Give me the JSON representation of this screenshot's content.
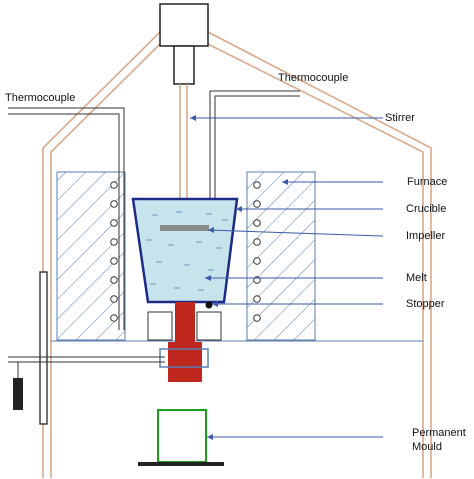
{
  "labels": {
    "thermocouple_left": "Thermocouple",
    "thermocouple_right": "Thermocouple",
    "stirrer": "Stirrer",
    "furnace": "Furnace",
    "crucible": "Crucible",
    "impeller": "Impeller",
    "melt": "Melt",
    "stopper": "Stopper",
    "permanent_mould_line1": "Permanent",
    "permanent_mould_line2": "Mould"
  },
  "colors": {
    "outer_casing": "#d9a98a",
    "furnace_hatch": "#5a7fb0",
    "crucible": "#1e2a8a",
    "melt": "#c7e4ec",
    "stopper": "#c0271f",
    "mould": "#1aa31a",
    "leader_line": "#3a5aa8"
  }
}
